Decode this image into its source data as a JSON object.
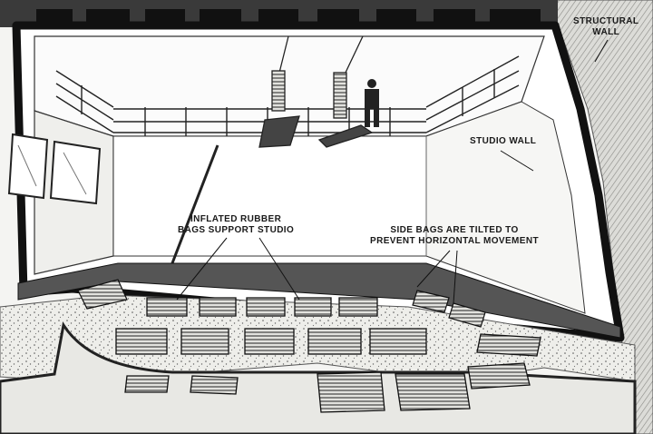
{
  "labels": {
    "structural_wall": [
      "STRUCTURAL",
      "WALL"
    ],
    "studio_wall": [
      "STUDIO WALL"
    ],
    "inflated_bags": [
      "INFLATED RUBBER",
      "BAGS SUPPORT STUDIO"
    ],
    "side_bags": [
      "SIDE BAGS ARE TILTED TO",
      "PREVENT HORIZONTAL MOVEMENT"
    ]
  }
}
